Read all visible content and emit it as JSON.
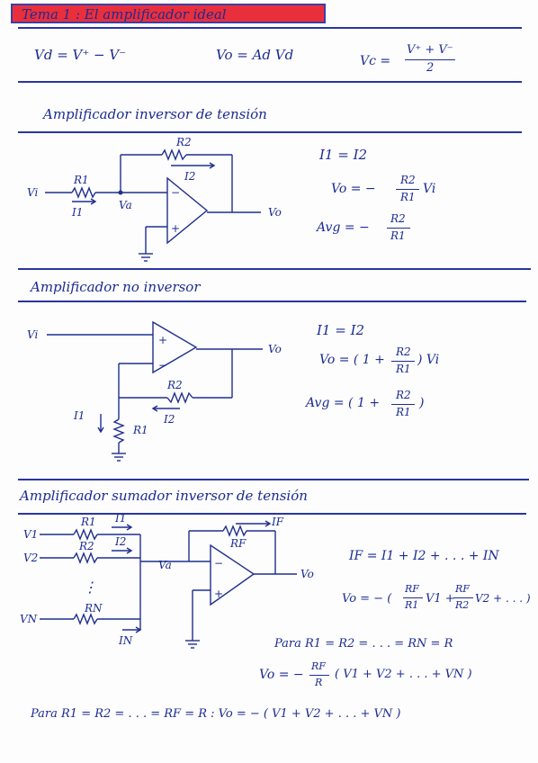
{
  "header": {
    "title": "Tema 1 : El amplificador ideal"
  },
  "top_formulas": {
    "vd": "Vd = V⁺ − V⁻",
    "vo": "Vo = Ad Vd",
    "vc_lhs": "Vc =",
    "vc_num": "V⁺ + V⁻",
    "vc_den": "2"
  },
  "section1": {
    "title": "Amplificador inversor de tensión",
    "circuit": {
      "vi": "Vi",
      "r1": "R1",
      "i1": "I1",
      "r2": "R2",
      "i2": "I2",
      "va": "Va",
      "vo": "Vo",
      "minus": "−",
      "plus": "+"
    },
    "eq1": "I1 = I2",
    "eq2_lhs": "Vo = −",
    "eq2_num": "R2",
    "eq2_den": "R1",
    "eq2_rhs": "Vi",
    "eq3_lhs": "Avg = −",
    "eq3_num": "R2",
    "eq3_den": "R1"
  },
  "section2": {
    "title": "Amplificador no inversor",
    "circuit": {
      "vi": "Vi",
      "vo": "Vo",
      "r2": "R2",
      "r1": "R1",
      "i1": "I1",
      "i2": "I2",
      "minus": "−",
      "plus": "+"
    },
    "eq1": "I1 = I2",
    "eq2_lhs": "Vo = ( 1 +",
    "eq2_num": "R2",
    "eq2_den": "R1",
    "eq2_rhs": ") Vi",
    "eq3_lhs": "Avg = ( 1 +",
    "eq3_num": "R2",
    "eq3_den": "R1",
    "eq3_rhs": ")"
  },
  "section3": {
    "title": "Amplificador sumador inversor de tensión",
    "circuit": {
      "v1": "V1",
      "v2": "V2",
      "vn": "VN",
      "r1": "R1",
      "r2": "R2",
      "rn": "RN",
      "i1": "I1",
      "i2": "I2",
      "in": "IN",
      "rf": "RF",
      "if": "IF",
      "va": "Va",
      "vo": "Vo",
      "dots": "⋮",
      "minus": "−",
      "plus": "+"
    },
    "eq1": "IF = I1 + I2 + . . . + IN",
    "eq2_lhs": "Vo = − (",
    "eq2_n1": "RF",
    "eq2_d1": "R1",
    "eq2_mid": "V1 +",
    "eq2_n2": "RF",
    "eq2_d2": "R2",
    "eq2_rhs": "V2 + . . . )",
    "para1": "Para  R1 = R2 = . . . = RN = R",
    "eq3_lhs": "Vo = −",
    "eq3_num": "RF",
    "eq3_den": "R",
    "eq3_rhs": "( V1 + V2 + . . . + VN )",
    "para2": "Para  R1 = R2 = . . . = RF = R :   Vo = − ( V1 + V2 + . . . + VN )"
  }
}
